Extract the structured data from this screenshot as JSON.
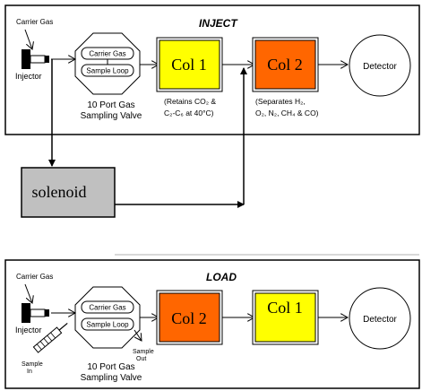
{
  "inject_panel": {
    "title": "INJECT",
    "carrier_gas": "Carrier Gas",
    "injector": "Injector",
    "valve_carrier_gas": "Carrier Gas",
    "valve_sample_loop": "Sample Loop",
    "valve_label_line1": "10 Port Gas",
    "valve_label_line2": "Sampling Valve",
    "col1_label": "Col 1",
    "col1_note_line1": "(Retains CO₂ &",
    "col1_note_line2": "C₂-C₆ at 40°C)",
    "col2_label": "Col 2",
    "col2_note_line1": "(Separates H₂,",
    "col2_note_line2": "O₂, N₂, CH₄ & CO)",
    "detector": "Detector"
  },
  "solenoid": {
    "label": "solenoid"
  },
  "load_panel": {
    "title": "LOAD",
    "carrier_gas": "Carrier Gas",
    "injector": "Injector",
    "valve_carrier_gas": "Carrier Gas",
    "valve_sample_loop": "Sample Loop",
    "valve_label_line1": "10 Port Gas",
    "valve_label_line2": "Sampling Valve",
    "sample_in_line1": "Sample",
    "sample_in_line2": "In",
    "sample_out_line1": "Sample",
    "sample_out_line2": "Out",
    "col2_label": "Col 2",
    "col1_label": "Col 1",
    "detector": "Detector"
  },
  "colors": {
    "col1": "#ffff00",
    "col2": "#ff6600",
    "solenoid": "#c0c0c0",
    "stroke": "#000000"
  }
}
